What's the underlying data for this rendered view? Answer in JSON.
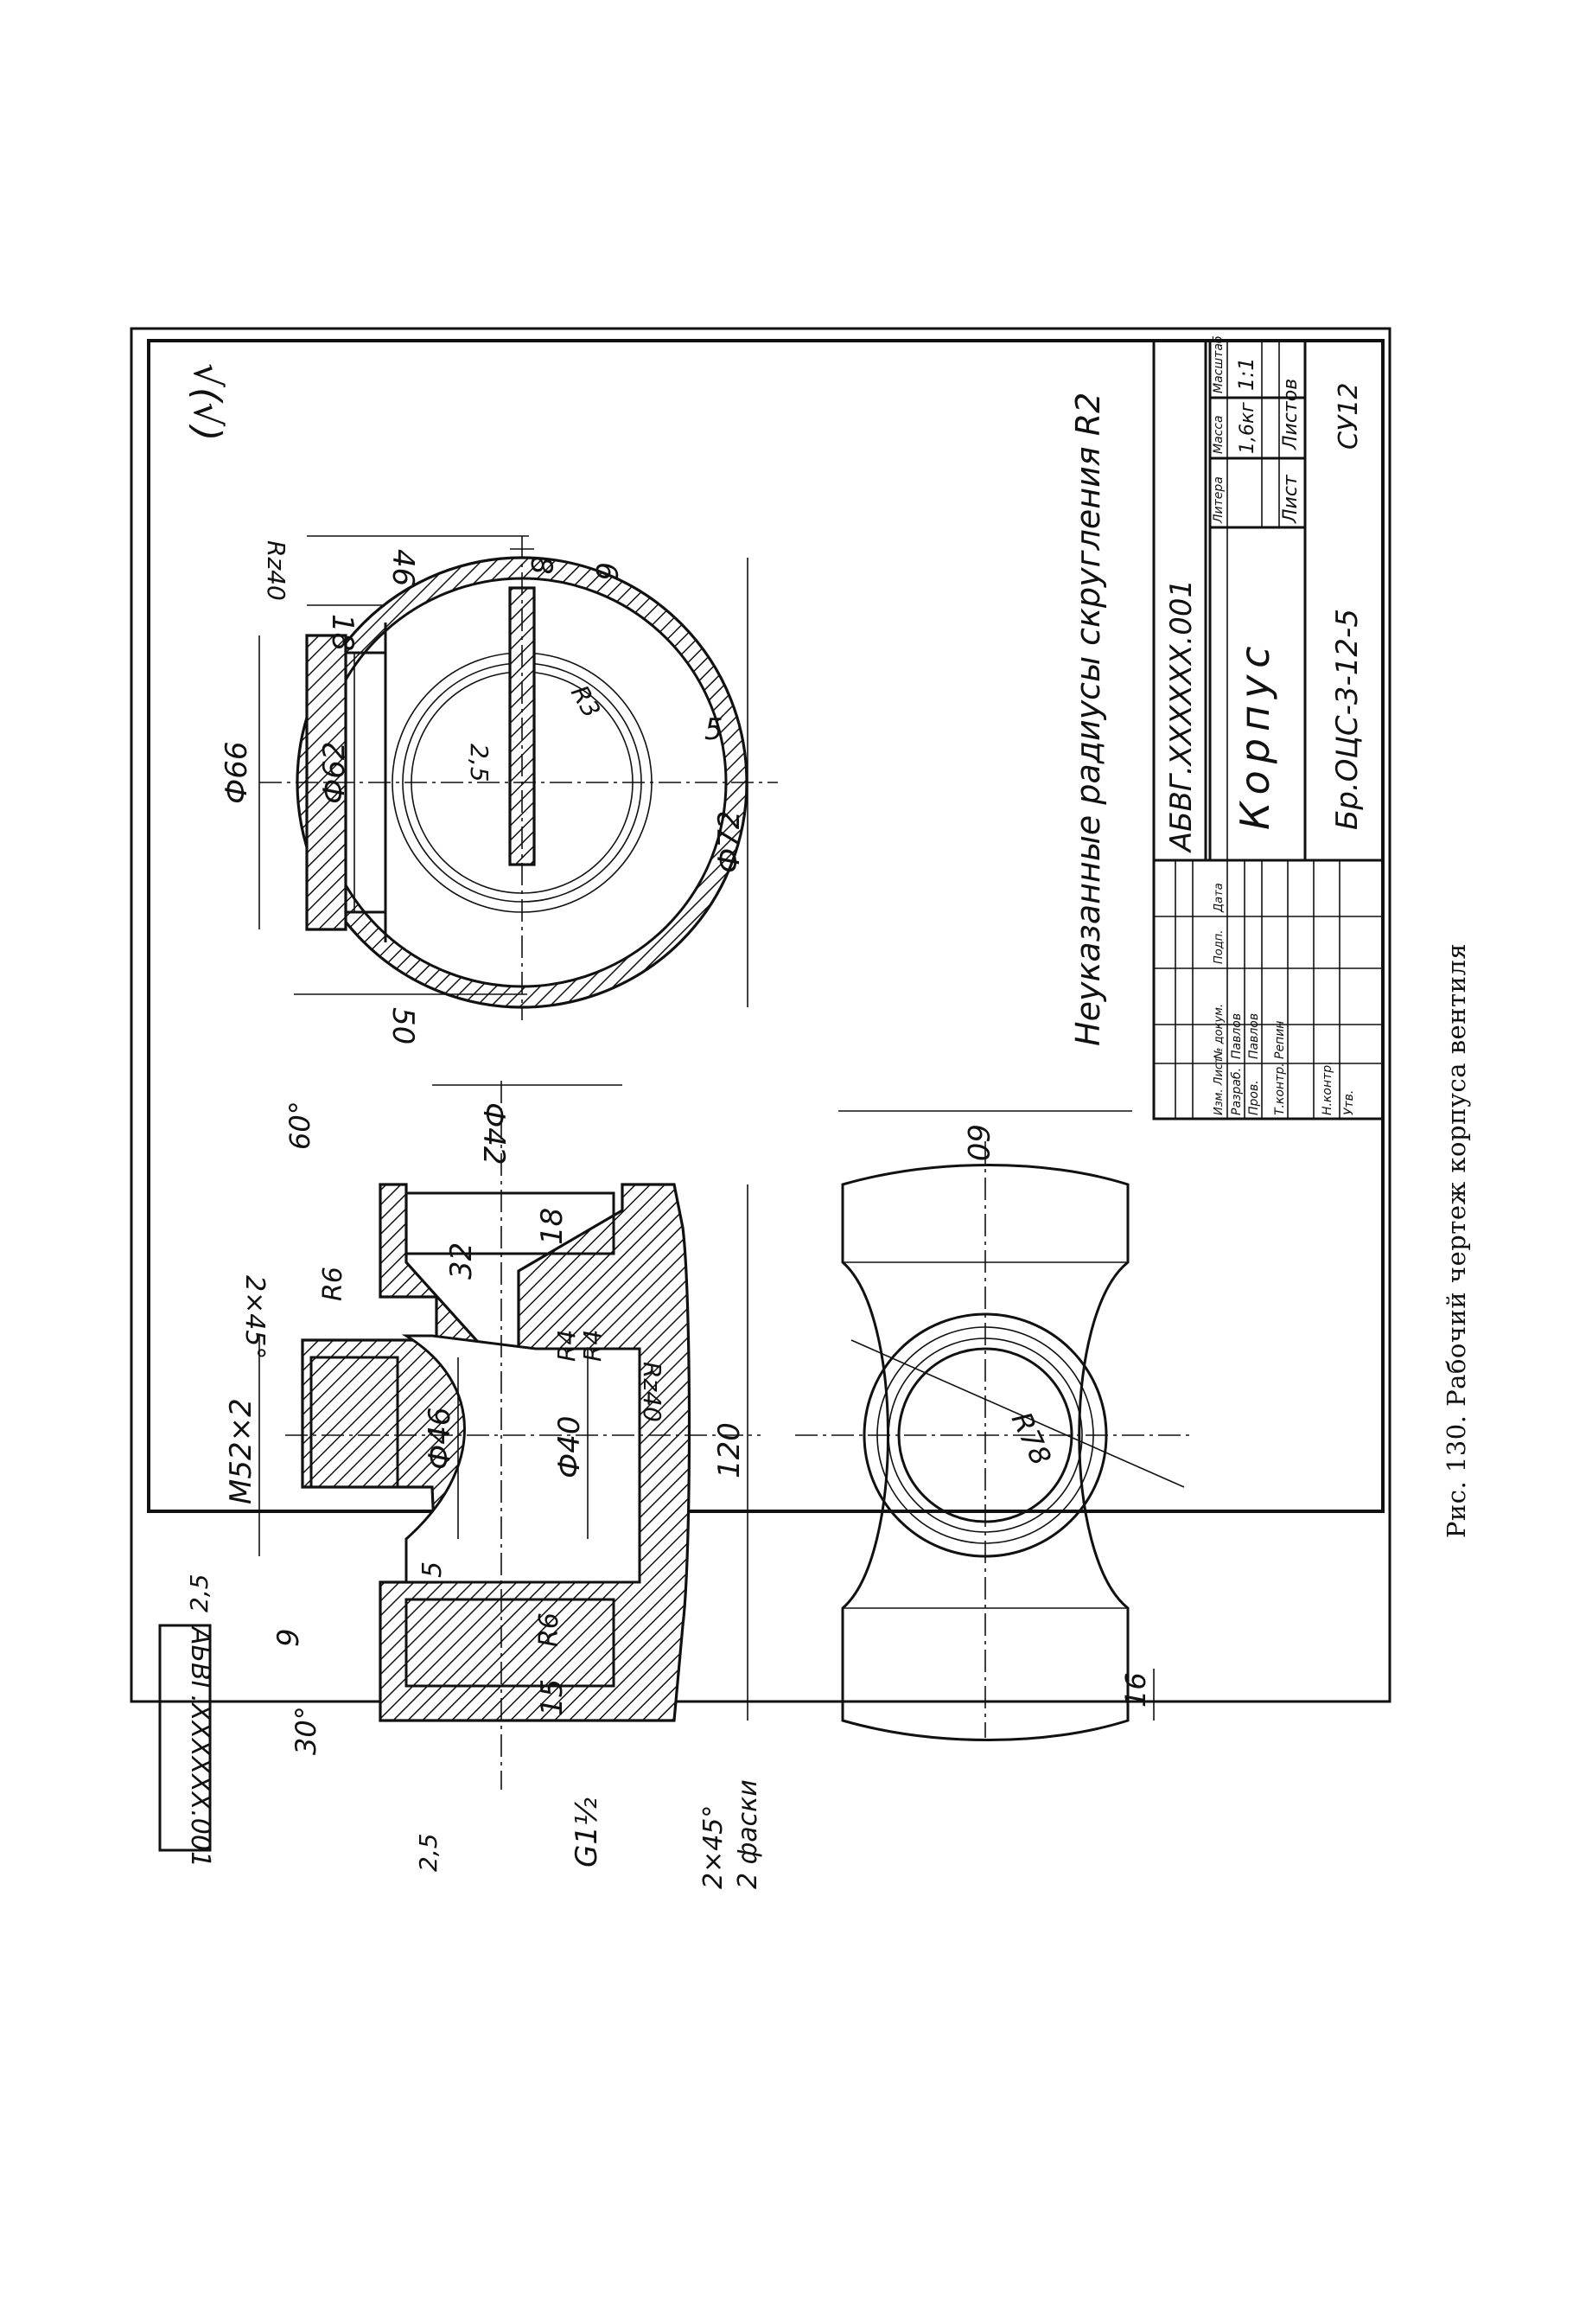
{
  "caption": "Рис. 130. Рабочий чертеж корпуса вентиля",
  "drawing": {
    "designation_mirror": "АБВГ.XXXXXX.001",
    "note": "Неуказанные радиусы скругления R2",
    "surface_mark": "√(√)",
    "title_block": {
      "designation": "АБВГ.XXXXXX.001",
      "part_name": "Корпус",
      "material": "Бр.ОЦС-3-12-5",
      "mass": "1,6кг",
      "scale": "1:1",
      "sheet_label": "Лист",
      "sheets_label": "Листов",
      "organization": "СУ12",
      "col_litera": "Литера",
      "col_mass": "Масса",
      "col_scale": "Масштаб",
      "rows": [
        "Изм. Лист",
        "№ докум.",
        "Подп.",
        "Дата"
      ],
      "roles": [
        "Разраб.",
        "Пров.",
        "Т.контр.",
        "Н.контр.",
        "Утв."
      ],
      "names": [
        "Павлов",
        "Павлов",
        "Репин"
      ]
    },
    "dims_front": {
      "thread_m": "М52×2",
      "d46": "Ф46",
      "d40": "Ф40",
      "d42": "Ф42",
      "len120": "120",
      "len32": "32",
      "len18": "18",
      "len15": "15",
      "len9": "9",
      "r6a": "R6",
      "r6b": "R6",
      "r4a": "R4",
      "r4b": "R4",
      "wall5": "5",
      "ang60": "60°",
      "ang30": "30°",
      "chamfer_top": "2×45°",
      "chamfer_bottom": "2×45°",
      "chamfer_note": "2 фаски",
      "pipe_thread": "G1½",
      "rough1": "2,5",
      "rough2": "2,5",
      "rz40": "Rz40"
    },
    "dims_side": {
      "d66": "Ф66",
      "d62": "Ф62",
      "d72": "Ф72",
      "len50": "50",
      "len46": "46",
      "len18": "18",
      "len8": "8",
      "len6": "6",
      "wall5": "5",
      "rough": "2,5",
      "rz40": "Rz40",
      "r3": "R3"
    },
    "dims_top": {
      "len60": "60",
      "r78": "R78",
      "len16": "16"
    }
  }
}
